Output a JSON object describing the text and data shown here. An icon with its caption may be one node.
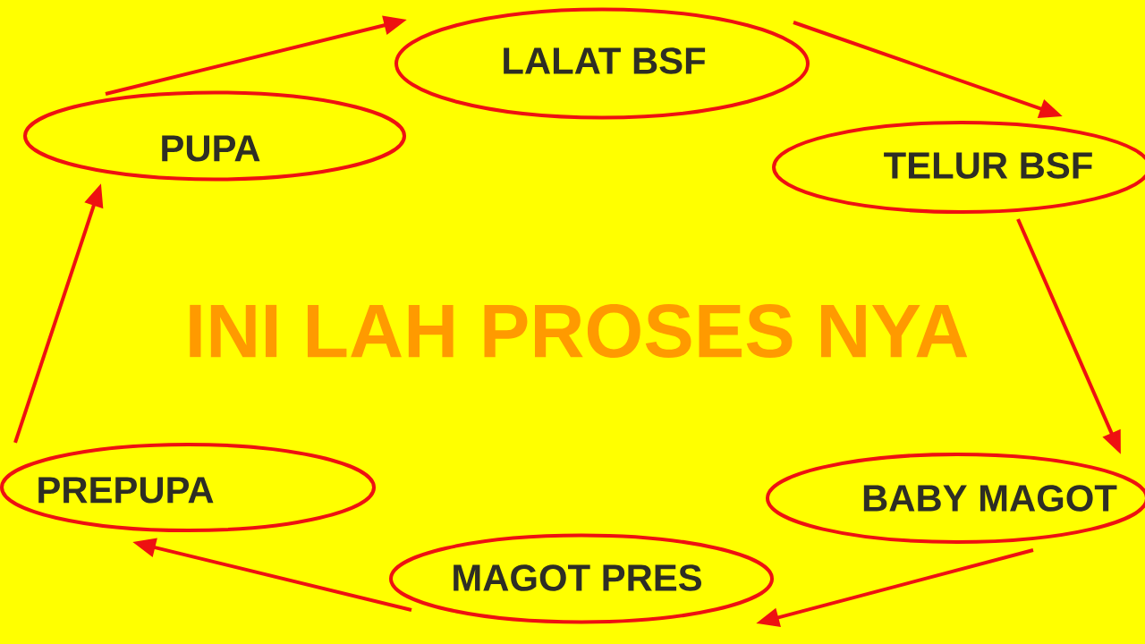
{
  "diagram": {
    "title": "INI LAH PROSES NYA",
    "nodes": [
      {
        "text": [
          "LALAT BSF"
        ]
      },
      {
        "text": [
          "TELUR BSF"
        ]
      },
      {
        "text": [
          "BABY MAGOT"
        ]
      },
      {
        "text": [
          "MAGOT PRES"
        ]
      },
      {
        "text": [
          "PREPUPA"
        ]
      },
      {
        "text": [
          "PUPA"
        ]
      }
    ],
    "edges": [
      {
        "from": 0,
        "to": 1,
        "arrow": "to"
      },
      {
        "from": 1,
        "to": 2,
        "arrow": "to"
      },
      {
        "from": 2,
        "to": 3,
        "arrow": "to"
      },
      {
        "from": 3,
        "to": 4,
        "arrow": "to"
      },
      {
        "from": 4,
        "to": 5,
        "arrow": "to"
      },
      {
        "from": 5,
        "to": 0,
        "arrow": "to"
      }
    ]
  }
}
